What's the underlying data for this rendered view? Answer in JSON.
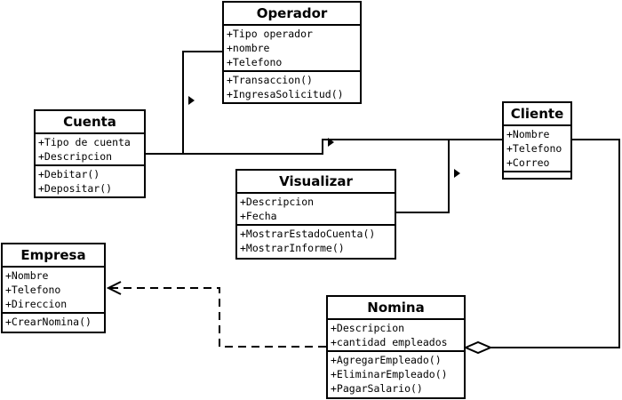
{
  "classes": {
    "operador": {
      "name": "Operador",
      "attributes": [
        "+Tipo operador",
        "+nombre",
        "+Telefono"
      ],
      "methods": [
        "+Transaccion()",
        "+IngresaSolicitud()"
      ]
    },
    "cuenta": {
      "name": "Cuenta",
      "attributes": [
        "+Tipo de cuenta",
        "+Descripcion"
      ],
      "methods": [
        "+Debitar()",
        "+Depositar()"
      ]
    },
    "cliente": {
      "name": "Cliente",
      "attributes": [
        "+Nombre",
        "+Telefono",
        "+Correo"
      ],
      "methods": []
    },
    "visualizar": {
      "name": "Visualizar",
      "attributes": [
        "+Descripcion",
        "+Fecha"
      ],
      "methods": [
        "+MostrarEstadoCuenta()",
        "+MostrarInforme()"
      ]
    },
    "empresa": {
      "name": "Empresa",
      "attributes": [
        "+Nombre",
        "+Telefono",
        "+Direccion"
      ],
      "methods": [
        "+CrearNomina()"
      ]
    },
    "nomina": {
      "name": "Nomina",
      "attributes": [
        "+Descripcion",
        "+cantidad empleados"
      ],
      "methods": [
        "+AgregarEmpleado()",
        "+EliminarEmpleado()",
        "+PagarSalario()"
      ]
    }
  },
  "colors": {
    "line": "#000000",
    "fill": "#ffffff"
  }
}
